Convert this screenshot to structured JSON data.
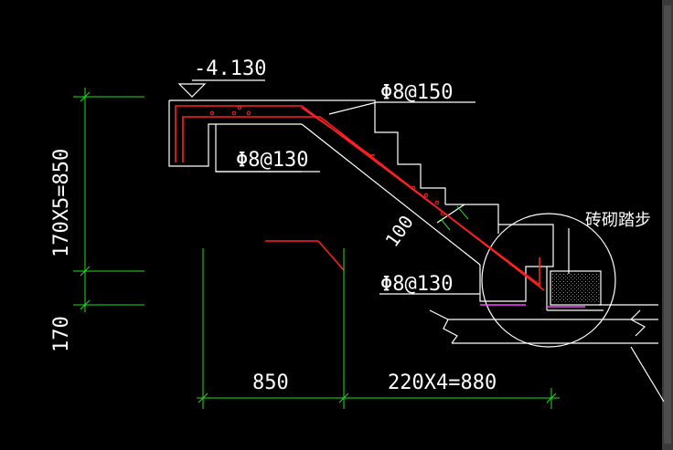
{
  "colors": {
    "background": "#000000",
    "outline": "#ffffff",
    "rebar": "#ff2020",
    "dimension": "#22dd22",
    "dimension_text": "#ffffff",
    "magenta": "#ff44ff",
    "scrollbar": "#4a4a4a"
  },
  "labels": {
    "elevation": "-4.130",
    "rebar_top": "Φ8@150",
    "rebar_mid": "Φ8@130",
    "rebar_bottom": "Φ8@130",
    "thickness": "100",
    "brick_step": "砖砌踏步"
  },
  "dimensions": {
    "vertical_main": "170X5=850",
    "vertical_bottom": "170",
    "horizontal_left": "850",
    "horizontal_right": "220X4=880"
  }
}
